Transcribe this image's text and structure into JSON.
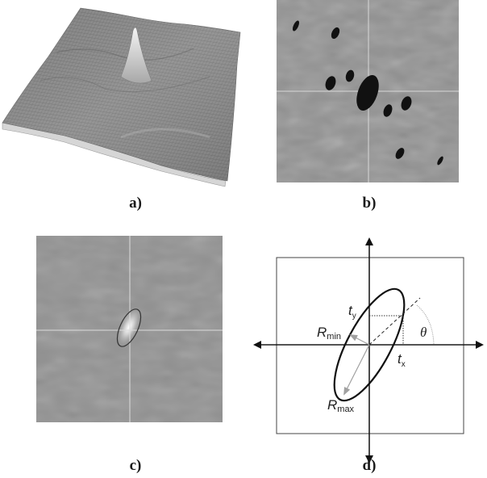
{
  "figure": {
    "panels": [
      {
        "id": "a",
        "label": "a)",
        "description": "3D mesh surface plot with a single sharp central peak over a noisy plane"
      },
      {
        "id": "b",
        "label": "b)",
        "description": "Grayscale map with crosshair and thresholded black blobs aligned along a diagonal"
      },
      {
        "id": "c",
        "label": "c)",
        "description": "Grayscale map with crosshair and a bright peak outlined by an ellipse at the center"
      },
      {
        "id": "d",
        "label": "d)",
        "description": "Schematic of ellipse parameters on coordinate axes"
      }
    ],
    "diagram_d": {
      "labels": {
        "ty": "t",
        "ty_sub": "y",
        "tx": "t",
        "tx_sub": "x",
        "rmin": "R",
        "rmin_sub": "min",
        "rmax": "R",
        "rmax_sub": "max",
        "theta": "θ"
      }
    },
    "colors": {
      "surface": "#8a8a8a",
      "map_bg": "#8f8f8f",
      "blob": "#111111",
      "crosshair": "#d8d8d8",
      "ellipse_stroke": "#111111",
      "arrow_gray": "#a0a0a0"
    }
  }
}
